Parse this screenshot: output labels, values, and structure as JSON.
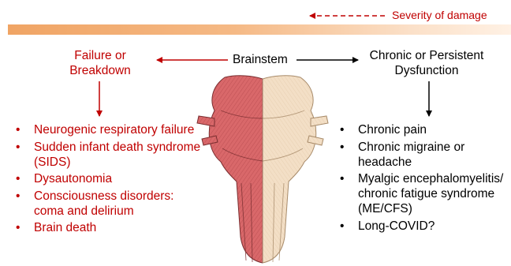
{
  "severity": {
    "label": "Severity of damage"
  },
  "center": {
    "label": "Brainstem"
  },
  "failure": {
    "heading": "Failure or Breakdown",
    "items": [
      "Neurogenic respiratory failure",
      "Sudden infant death syndrome (SIDS)",
      "Dysautonomia",
      "Consciousness disorders: coma and delirium",
      "Brain death"
    ]
  },
  "chronic": {
    "heading": "Chronic or Persistent Dysfunction",
    "items": [
      "Chronic pain",
      "Chronic migraine or headache",
      "Myalgic encephalomyelitis/ chronic fatigue syndrome (ME/CFS)",
      "Long-COVID?"
    ]
  },
  "colors": {
    "failure": "#c00000",
    "chronic": "#000000",
    "bar_start": "#f0a464",
    "bar_end": "#fff1e4",
    "brainstem_left": "#d9686a",
    "brainstem_right": "#f3dfc6"
  },
  "illustration": "brainstem"
}
